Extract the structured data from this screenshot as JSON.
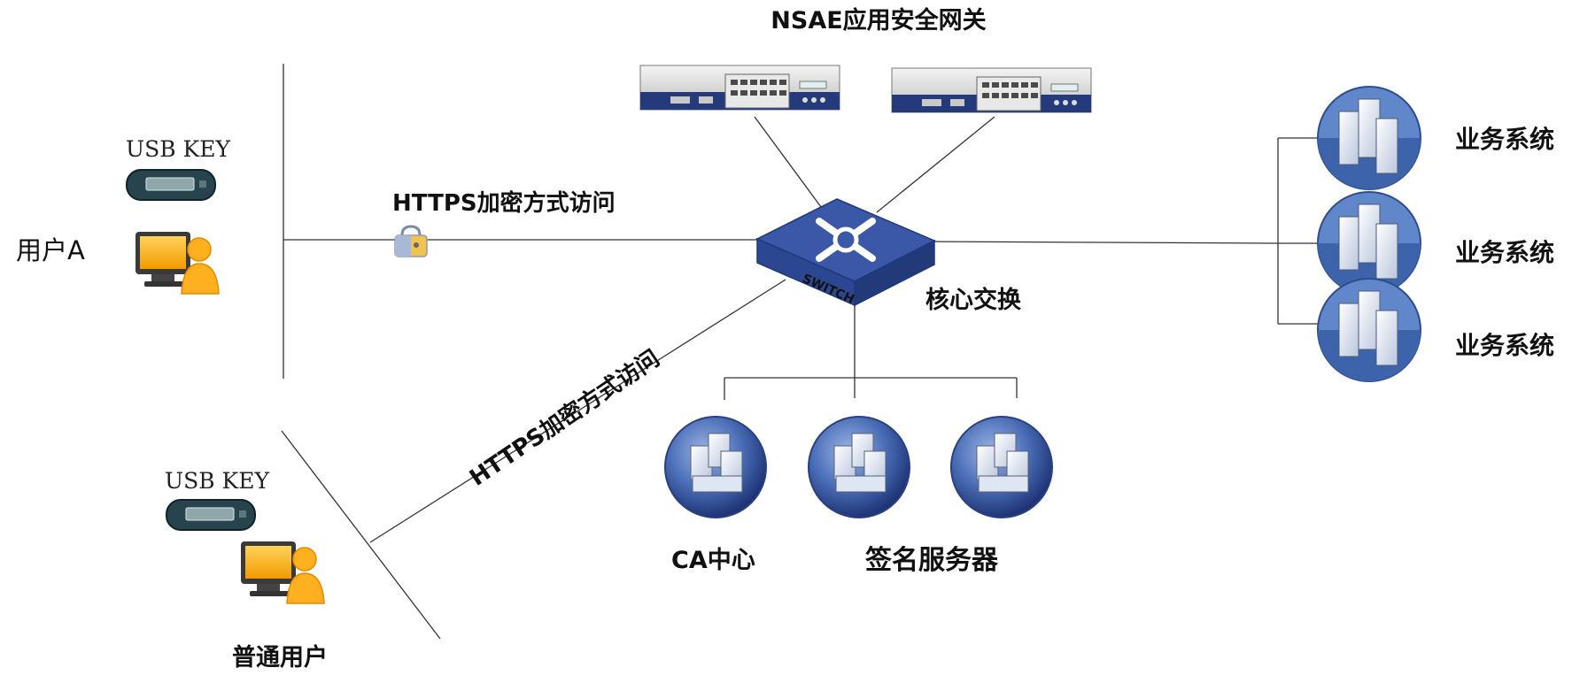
{
  "gateway": {
    "title": "NSAE应用安全网关"
  },
  "switch": {
    "face_label": "SWITCH",
    "caption": "核心交换"
  },
  "user_a": {
    "label": "用户A",
    "usb_label": "USB KEY"
  },
  "normal_user": {
    "label": "普通用户",
    "usb_label": "USB KEY"
  },
  "links": {
    "https_top": "HTTPS加密方式访问",
    "https_diag": "HTTPS加密方式访问"
  },
  "servers": {
    "ca_label": "CA中心",
    "sign_label": "签名服务器"
  },
  "business": {
    "items": [
      {
        "label": "业务系统"
      },
      {
        "label": "业务系统"
      },
      {
        "label": "业务系统"
      }
    ]
  },
  "colors": {
    "switch_top": "#3a57a8",
    "switch_side": "#27407f",
    "monitor": "#f5a400",
    "sphere": "#4b6fb8"
  }
}
